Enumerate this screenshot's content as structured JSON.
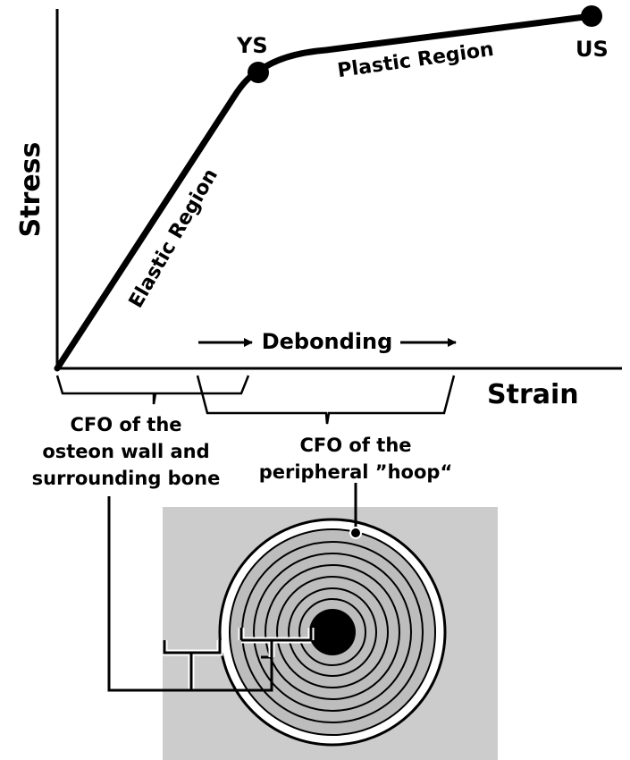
{
  "axes": {
    "y_label": "Stress",
    "x_label": "Strain"
  },
  "points": {
    "yield": "YS",
    "ultimate": "US"
  },
  "regions": {
    "elastic": "Elastic Region",
    "plastic": "Plastic Region"
  },
  "debonding": "Debonding",
  "cfo_left": {
    "line1": "CFO of the",
    "line2": "osteon wall and",
    "line3": "surrounding bone"
  },
  "cfo_right": {
    "line1": "CFO of the",
    "line2": "peripheral ”hoop“"
  },
  "colors": {
    "ink": "#000000",
    "background_tissue": "#cccccc",
    "osteon_fill": "#bdbdbd",
    "cement_line": "#ffffff"
  }
}
